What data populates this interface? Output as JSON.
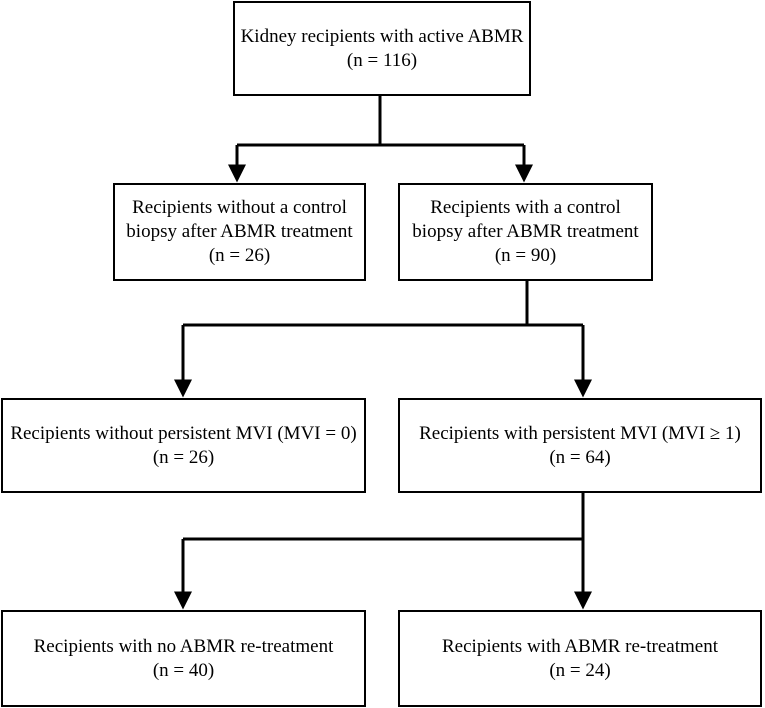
{
  "boxes": {
    "root": {
      "line1": "Kidney recipients with active ABMR",
      "line2": "(n = 116)"
    },
    "no_biopsy": {
      "line1": "Recipients without a control",
      "line2": "biopsy after ABMR treatment",
      "line3": "(n = 26)"
    },
    "biopsy": {
      "line1": "Recipients with a control",
      "line2": "biopsy after ABMR treatment",
      "line3": "(n = 90)"
    },
    "no_mvi": {
      "line1": "Recipients without persistent MVI (MVI = 0)",
      "line2": "(n = 26)"
    },
    "mvi": {
      "line1": "Recipients with persistent MVI (MVI ≥ 1)",
      "line2": "(n = 64)"
    },
    "no_retx": {
      "line1": "Recipients with no ABMR re-treatment",
      "line2": "(n = 40)"
    },
    "retx": {
      "line1": "Recipients with ABMR re-treatment",
      "line2": "(n = 24)"
    }
  }
}
